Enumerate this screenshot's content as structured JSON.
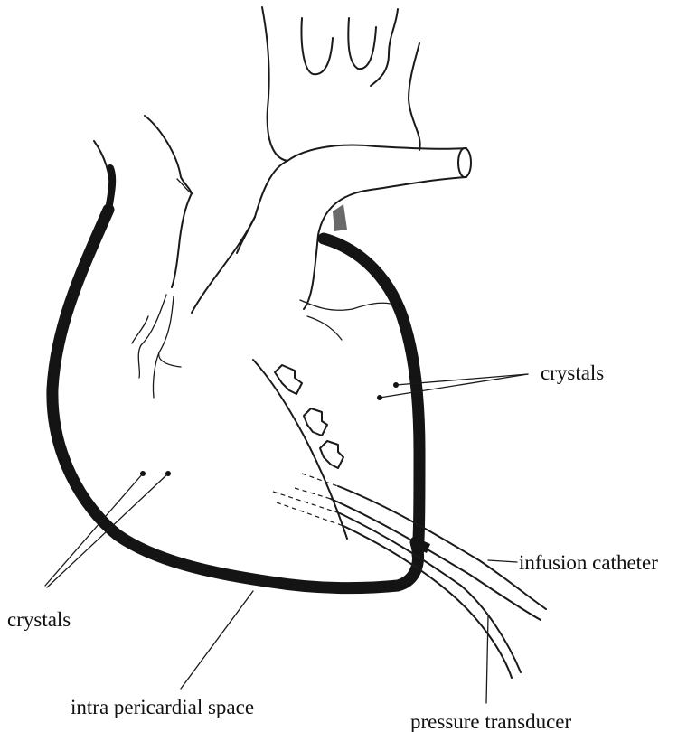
{
  "labels": {
    "crystals_right": "crystals",
    "crystals_left": "crystals",
    "infusion_catheter": "infusion catheter",
    "intra_pericardial_space": "intra pericardial space",
    "pressure_transducer": "pressure transducer"
  },
  "colors": {
    "ink": "#1a1a1a",
    "background": "#ffffff"
  }
}
